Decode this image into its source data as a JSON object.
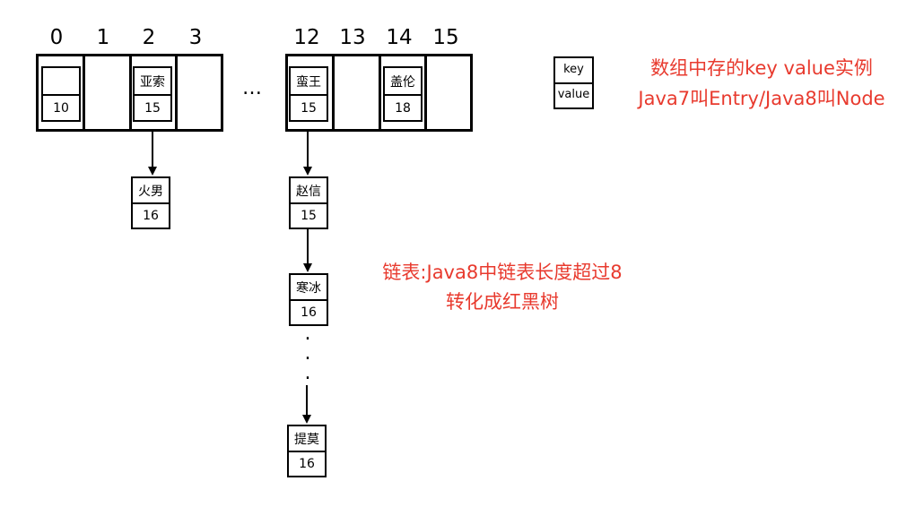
{
  "indices_left": [
    "0",
    "1",
    "2",
    "3"
  ],
  "indices_right": [
    "12",
    "13",
    "14",
    "15"
  ],
  "ellipsis": "…",
  "buckets": {
    "b0": {
      "key": "",
      "value": "10"
    },
    "b2": {
      "key": "亚索",
      "value": "15"
    },
    "b12": {
      "key": "蛮王",
      "value": "15"
    },
    "b14": {
      "key": "盖伦",
      "value": "18"
    }
  },
  "chain_b2": [
    {
      "key": "火男",
      "value": "16"
    }
  ],
  "chain_b12": [
    {
      "key": "赵信",
      "value": "15"
    },
    {
      "key": "寒冰",
      "value": "16"
    },
    {
      "key": "提莫",
      "value": "16"
    }
  ],
  "chain_dots": ".\n.\n.",
  "legend": {
    "key": "key",
    "value": "value"
  },
  "note_entry": {
    "line1": "数组中存的key value实例",
    "line2": "Java7叫Entry/Java8叫Node"
  },
  "note_list": {
    "line1": "链表:Java8中链表长度超过8",
    "line2": "转化成红黑树"
  },
  "colors": {
    "annotation": "#e83a2e",
    "stroke": "#000000"
  }
}
